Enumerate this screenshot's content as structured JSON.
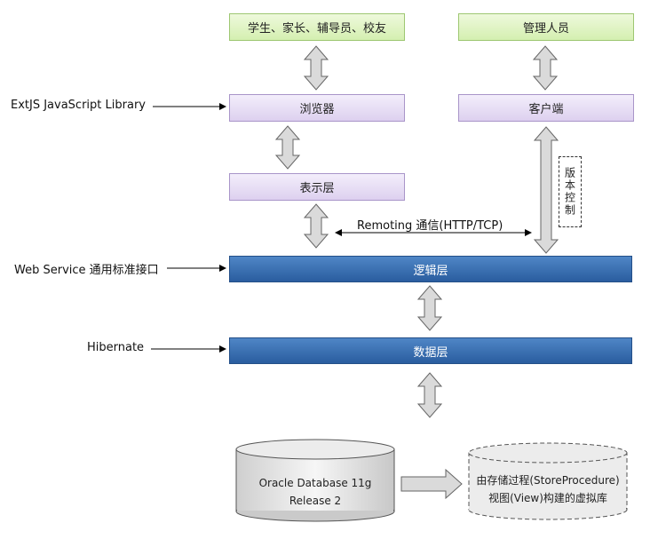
{
  "users": {
    "students": "学生、家长、辅导员、校友",
    "admin": "管理人员"
  },
  "layers": {
    "browser": "浏览器",
    "client": "客户端",
    "presentation": "表示层",
    "logic": "逻辑层",
    "data": "数据层"
  },
  "labels": {
    "extjs": "ExtJS JavaScript Library",
    "webservice": "Web Service 通用标准接口",
    "hibernate": "Hibernate",
    "remoting": "Remoting 通信(HTTP/TCP)",
    "version_control": "版本控制"
  },
  "database": {
    "oracle_line1": "Oracle Database 11g",
    "oracle_line2": "Release 2",
    "virtual_line1": "由存储过程(StoreProcedure)",
    "virtual_line2": "视图(View)构建的虚拟库"
  },
  "colors": {
    "user_box": "#d4efb0",
    "access_box": "#ddd0ef",
    "layer_box": "#2a5d9f",
    "db_panel": "#cfe2fa",
    "arrow_fill": "#d9d9d9"
  }
}
